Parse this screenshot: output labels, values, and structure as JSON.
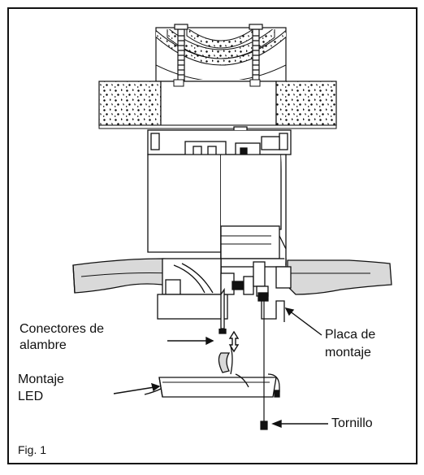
{
  "diagram": {
    "labels": {
      "conectores_line1": "Conectores de",
      "conectores_line2": "alambre",
      "placa_line1": "Placa de",
      "placa_line2": "montaje",
      "montaje_line1": "Montaje",
      "montaje_line2": "LED",
      "tornillo": "Tornillo",
      "figure": "Fig. 1"
    },
    "colors": {
      "ink": "#111111",
      "paper": "#ffffff",
      "shade": "#d9d9d9"
    }
  }
}
